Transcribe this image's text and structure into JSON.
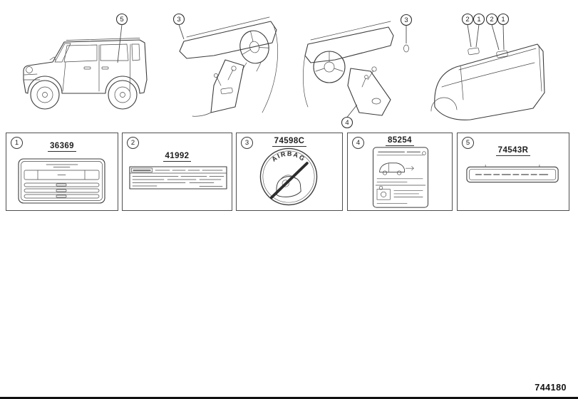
{
  "figure_number": "744180",
  "top_callouts": [
    "5",
    "3",
    "3",
    "4",
    "2",
    "1",
    "2",
    "1"
  ],
  "panels": [
    {
      "callout": "1",
      "part_number": "36369"
    },
    {
      "callout": "2",
      "part_number": "41992"
    },
    {
      "callout": "3",
      "part_number": "74598C",
      "airbag_text": "AIRBAG"
    },
    {
      "callout": "4",
      "part_number": "85254"
    },
    {
      "callout": "5",
      "part_number": "74543R"
    }
  ]
}
